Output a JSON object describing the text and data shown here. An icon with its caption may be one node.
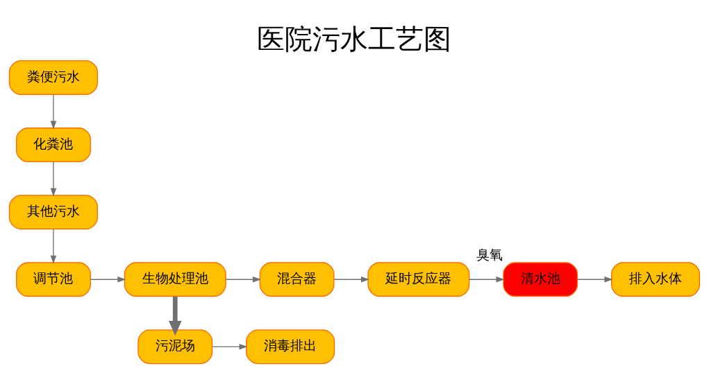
{
  "diagram": {
    "title": "医院污水工艺图",
    "nodes": [
      {
        "text": [
          "粪便污水"
        ]
      },
      {
        "text": [
          "化粪池"
        ]
      },
      {
        "text": [
          "其他污水"
        ]
      },
      {
        "text": [
          "调节池"
        ]
      },
      {
        "text": [
          "生物处理池"
        ]
      },
      {
        "text": [
          "混合器"
        ]
      },
      {
        "text": [
          "延时反应器"
        ]
      },
      {
        "text": [
          "清水池"
        ],
        "beside": [
          "臭氧"
        ]
      },
      {
        "text": [
          "排入水体"
        ]
      },
      {
        "text": [
          "污泥场"
        ]
      },
      {
        "text": [
          "消毒排出"
        ]
      }
    ],
    "edges": [
      {
        "from": 0,
        "to": 1,
        "arrow": "to"
      },
      {
        "from": 1,
        "to": 2,
        "arrow": "to"
      },
      {
        "from": 2,
        "to": 3,
        "arrow": "to"
      },
      {
        "from": 3,
        "to": 4,
        "arrow": "to"
      },
      {
        "from": 4,
        "to": 5,
        "arrow": "to"
      },
      {
        "from": 5,
        "to": 6,
        "arrow": "to"
      },
      {
        "from": 6,
        "to": 7,
        "arrow": "to"
      },
      {
        "from": 7,
        "to": 8,
        "arrow": "to"
      },
      {
        "from": 4,
        "to": 9,
        "arrow": "to",
        "style": "thick"
      },
      {
        "from": 9,
        "to": 10,
        "arrow": "to"
      }
    ]
  }
}
